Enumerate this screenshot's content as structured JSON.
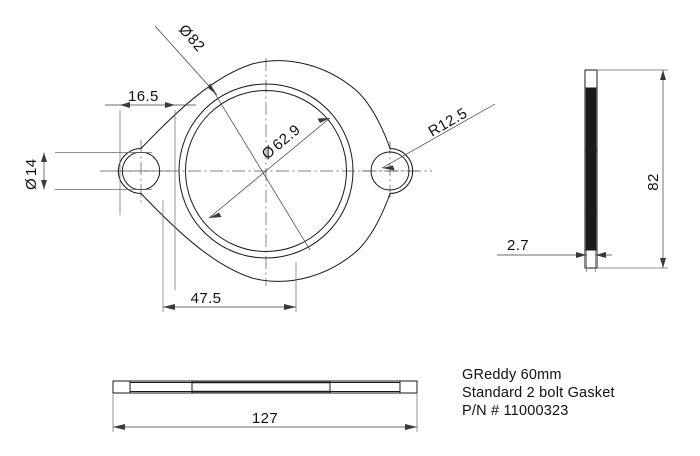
{
  "drawing": {
    "title": "GReddy 60mm Standard 2 bolt Gasket technical drawing",
    "background_color": "#ffffff",
    "line_color": "#1a1a1a",
    "dimension_color": "#3a3a3a"
  },
  "views": {
    "front": {
      "name": "front-view",
      "description": "Two bolt oval gasket face view"
    },
    "side": {
      "name": "side-view",
      "description": "Edge view showing thickness and height"
    },
    "bottom": {
      "name": "bottom-view",
      "description": "Edge view showing overall length"
    }
  },
  "dimensions": {
    "outer_diameter": {
      "label": "82",
      "symbol": "Ø",
      "full": "Ø 82",
      "view": "front"
    },
    "bore_diameter": {
      "label": "62.9",
      "symbol": "Ø",
      "full": "Ø 62.9",
      "view": "front"
    },
    "bolt_hole_diameter": {
      "label": "14",
      "symbol": "Ø",
      "full": "Ø 14",
      "view": "front"
    },
    "corner_radius": {
      "label": "R12.5",
      "view": "front"
    },
    "hole_edge_offset": {
      "label": "16.5",
      "view": "front"
    },
    "bolt_spacing": {
      "label": "47.5",
      "view": "front"
    },
    "side_height": {
      "label": "82",
      "view": "side"
    },
    "thickness": {
      "label": "2.7",
      "view": "side"
    },
    "overall_length": {
      "label": "127",
      "view": "bottom"
    }
  },
  "caption": {
    "line1": "GReddy 60mm",
    "line2": "Standard 2 bolt Gasket",
    "line3": "P/N # 11000323"
  }
}
